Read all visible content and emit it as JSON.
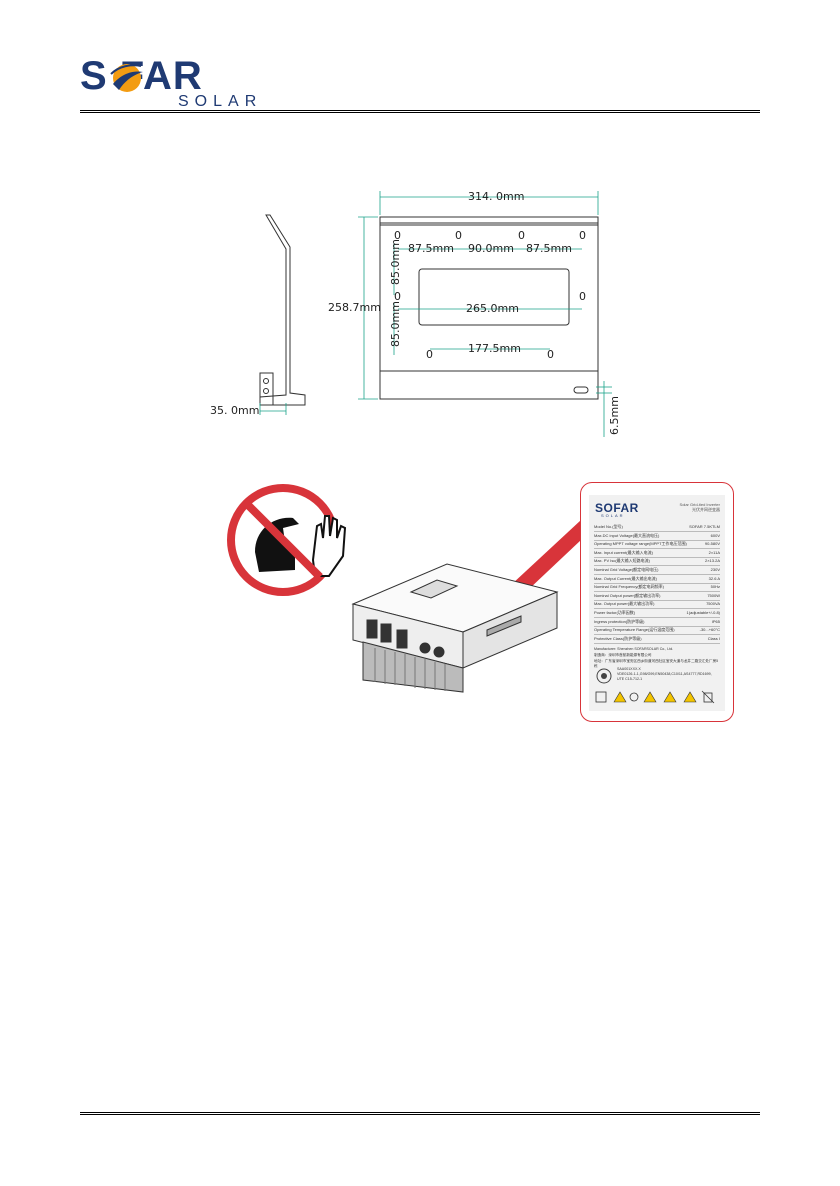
{
  "header": {
    "logo_word": "S FAR",
    "logo_sub": "SOLAR"
  },
  "drawing": {
    "dims": {
      "overall_width": "314. 0mm",
      "overall_height": "258.7mm",
      "hole_spacing_1": "87.5mm",
      "hole_spacing_2": "90.0mm",
      "hole_spacing_3": "87.5mm",
      "vertical_upper": "85.0mm",
      "vertical_lower": "85.0mm",
      "middle_span": "265.0mm",
      "bottom_span": "177.5mm",
      "side_depth": "35. 0mm",
      "slot_height": "6.5mm"
    },
    "hole_marker": "0"
  },
  "label": {
    "logo": "SOFAR",
    "logo_sub": "SOLAR",
    "product_type": "Solar Grid-tied Inverter",
    "product_type_cn": "光伏并网逆变器",
    "rows": [
      {
        "k": "Model No.(型号)",
        "v": "SOFAR 7.5KTLM"
      },
      {
        "k": "Max.DC input Voltage(最大直流电压)",
        "v": "600V"
      },
      {
        "k": "Operating MPPT voltage range(MPPT工作电压范围)",
        "v": "90-580V"
      },
      {
        "k": "Max. Input current(最大输入电流)",
        "v": "2×11A"
      },
      {
        "k": "Max. PV Isc(最大输入短路电流)",
        "v": "2×13.2A"
      },
      {
        "k": "Nominal Grid Voltage(额定电网电压)",
        "v": "230V"
      },
      {
        "k": "Max. Output Current(最大输出电流)",
        "v": "32.6 A"
      },
      {
        "k": "Nominal Grid Frequency(额定电网频率)",
        "v": "50Hz"
      },
      {
        "k": "Nominal Output power(额定输出功率)",
        "v": "7500W"
      },
      {
        "k": "Max. Output power(最大输出功率)",
        "v": "7500VA"
      },
      {
        "k": "Power factor(功率因数)",
        "v": "1(adjustable+/-0.8)"
      },
      {
        "k": "Ingress protection(防护等级)",
        "v": "IP65"
      },
      {
        "k": "Operating Temperature Range(运行温度范围)",
        "v": "-30...+60°C"
      },
      {
        "k": "Protective Class(防护等级)",
        "v": "Class I"
      }
    ],
    "manufacturer": "Manufacturer: Shenzhen SOFARSOLAR Co., Ltd.",
    "manufacturer_cn": "制造商：深圳市首航新能源有限公司",
    "address_cn": "地址：广东省深圳市宝安区西乡街道河西社区宝安大道与龙井二路交汇处厂房5栋",
    "cert_1": "SAA001XXX.X",
    "cert_2": "VDE0126-1-1,G98/G99,EN50438,C10/11,AS4777,RD1699,",
    "cert_3": "UTE C15-712-1"
  }
}
